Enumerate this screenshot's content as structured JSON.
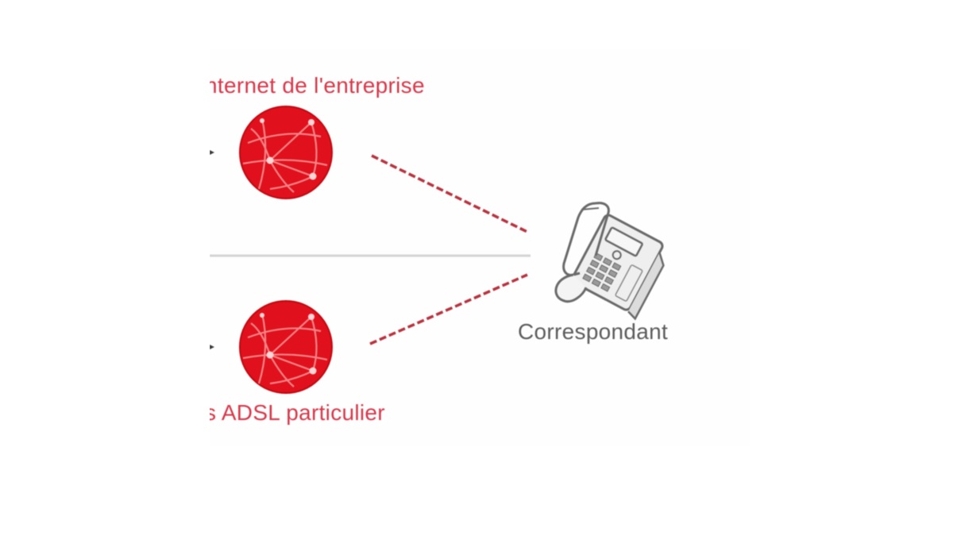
{
  "diagram": {
    "nodes": [
      {
        "id": "internet-entreprise",
        "label": "nternet de l'entreprise",
        "icon": "globe-network-icon",
        "color": "#e0101c"
      },
      {
        "id": "adsl-particulier",
        "label": "s ADSL particulier",
        "icon": "globe-network-icon",
        "color": "#e0101c"
      },
      {
        "id": "correspondant",
        "label": "Correspondant",
        "icon": "desk-phone-icon",
        "color": "#6a6a6a"
      }
    ],
    "edges": [
      {
        "from": "internet-entreprise",
        "to": "correspondant",
        "style": "dashed",
        "color": "#b8323f"
      },
      {
        "from": "adsl-particulier",
        "to": "correspondant",
        "style": "dashed",
        "color": "#b8323f"
      }
    ],
    "separator": {
      "color": "#d4d4d4"
    },
    "colors": {
      "accent_red": "#e0101c",
      "label_red": "#d8374a",
      "label_gray": "#5c5c5c",
      "background": "#ffffff"
    }
  }
}
